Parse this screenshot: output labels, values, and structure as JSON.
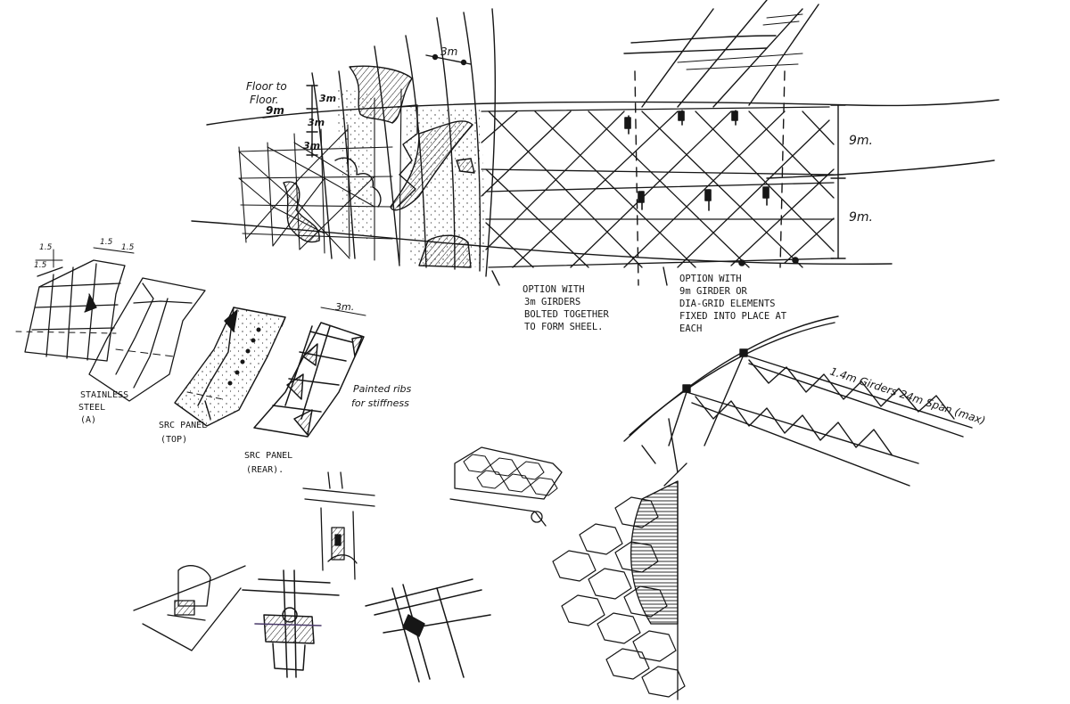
{
  "annotations": {
    "floor_to_floor_1": "Floor to",
    "floor_to_floor_2": "Floor.",
    "floor_to_floor_3": "9m",
    "dim_3m_top": "3m",
    "dim_3m_a": "3m",
    "dim_3m_b": "3m",
    "dim_3m_c": "3m",
    "dim_9m_a": "9m.",
    "dim_9m_b": "9m.",
    "option_a": [
      "OPTION WITH",
      "3m GIRDERS",
      "BOLTED TOGETHER",
      "TO FORM SHEEL."
    ],
    "option_b": [
      "OPTION WITH",
      "9m GIRDER OR",
      "DIA-GRID ELEMENTS",
      "FIXED INTO PLACE AT",
      "EACH"
    ],
    "grid_dim_15_a": "1.5",
    "grid_dim_15_b": "1.5",
    "grid_dim_15_c": "1.5",
    "grid_dim_15_d": "1.5",
    "panel_dim_3m": "3m.",
    "label_stainless": [
      "STAINLESS",
      "STEEL",
      "(A)"
    ],
    "label_src_top": [
      "SRC PANEL",
      "(TOP)"
    ],
    "label_src_rear": [
      "SRC PANEL",
      "(REAR)."
    ],
    "label_ribs": [
      "Painted ribs",
      "for stiffness"
    ],
    "label_girders": "1.4m Girders 24m Span (max)"
  }
}
